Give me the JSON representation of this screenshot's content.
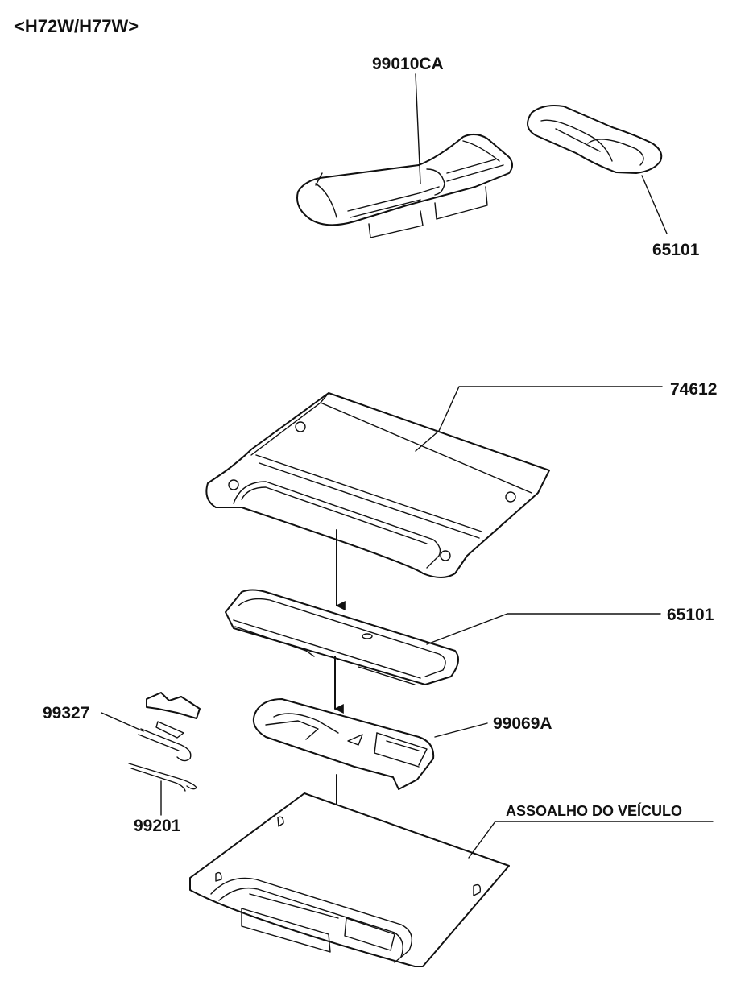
{
  "title": "<H72W/H77W>",
  "labels": {
    "seat_cover": "99010CA",
    "cover_top": "65101",
    "floor_panel": "74612",
    "tray": "65101",
    "support": "99069A",
    "rod": "99327",
    "hook": "99201",
    "vehicle_floor": "ASSOALHO DO VEÍCULO"
  }
}
